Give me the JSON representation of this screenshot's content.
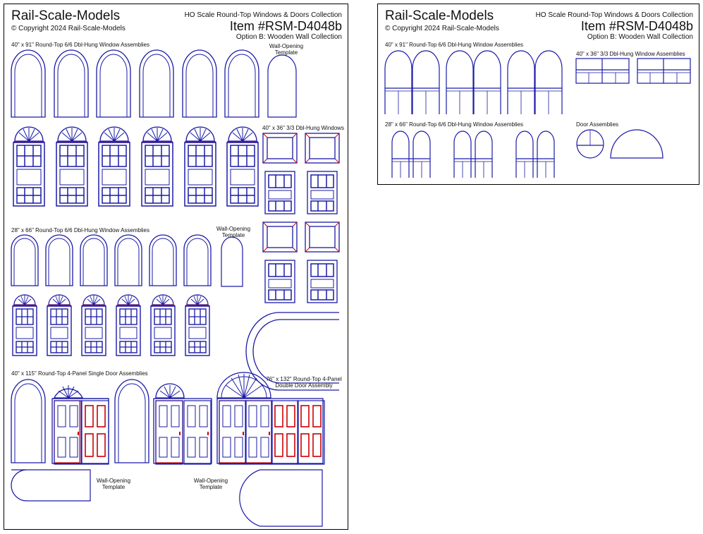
{
  "brand": "Rail-Scale-Models",
  "copyright": "© Copyright 2024 Rail-Scale-Models",
  "collection_title": "HO Scale Round-Top Windows & Doors Collection",
  "item": "Item #RSM-D4048b",
  "option": "Option B:  Wooden Wall Collection",
  "main": {
    "label_91_windows": "40\" x 91\" Round-Top 6/6 Dbl-Hung Window Assemblies",
    "label_template_1a": "Wall-Opening",
    "label_template_1b": "Template",
    "label_36_windows": "40\" x 36\" 3/3 Dbl-Hung Windows",
    "label_66_windows": "28\" x 66\" Round-Top 6/6 Dbl-Hung Window Assemblies",
    "label_template_2a": "Wall-Opening",
    "label_template_2b": "Template",
    "label_single_doors": "40\" x 115\" Round-Top 4-Panel Single Door Assemblies",
    "label_double_door_a": "76\" x 132\" Round-Top 4-Panel",
    "label_double_door_b": "Double Door Assembly",
    "label_template_3a": "Wall-Opening",
    "label_template_3b": "Template",
    "label_template_4a": "Wall-Opening",
    "label_template_4b": "Template"
  },
  "side": {
    "label_91_assemblies": "40\" x 91\" Round-Top 6/6 Dbl-Hung Window Assemblies",
    "label_36_assemblies": "40\" x 36\" 3/3 Dbl-Hung Window Assemblies",
    "label_66_assemblies": "28\" x 66\" Round-Top 6/6 Dbl-Hung Window Assemblies",
    "label_door_assemblies": "Door Assemblies"
  },
  "colors": {
    "ink": "#1a1aa6",
    "accent": "#cc0000",
    "text": "#111111"
  },
  "icons": [
    "round-top-window-icon",
    "round-top-door-icon",
    "fanlight-icon",
    "wall-template-icon"
  ]
}
